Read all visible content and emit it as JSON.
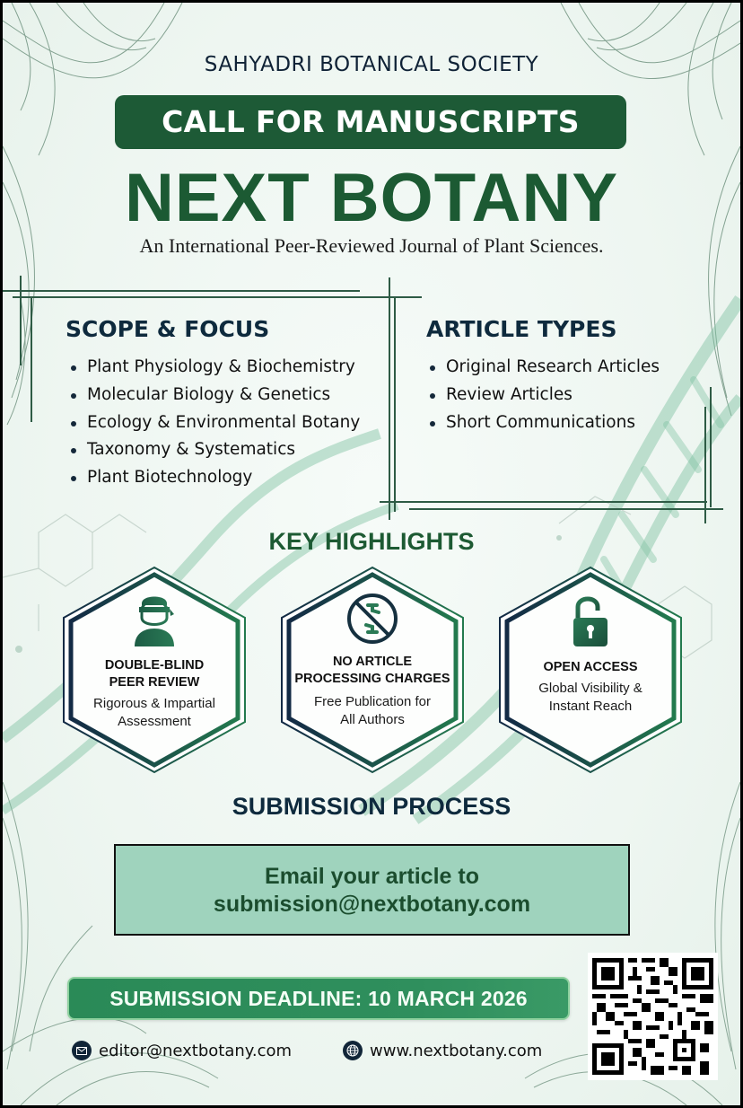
{
  "header": {
    "society": "SAHYADRI BOTANICAL SOCIETY",
    "banner": "CALL FOR MANUSCRIPTS",
    "journal_title": "NEXT BOTANY",
    "tagline": "An International Peer-Reviewed Journal of Plant Sciences."
  },
  "scope": {
    "heading": "SCOPE & FOCUS",
    "items": [
      "Plant Physiology & Biochemistry",
      "Molecular Biology & Genetics",
      "Ecology & Environmental Botany",
      "Taxonomy & Systematics",
      "Plant Biotechnology"
    ]
  },
  "article_types": {
    "heading": "ARTICLE TYPES",
    "items": [
      "Original Research Articles",
      "Review Articles",
      "Short Communications"
    ]
  },
  "highlights": {
    "heading": "KEY HIGHLIGHTS",
    "items": [
      {
        "icon": "blindfolded-reviewer-icon",
        "title_line1": "DOUBLE-BLIND",
        "title_line2": "PEER REVIEW",
        "sub_line1": "Rigorous & Impartial",
        "sub_line2": "Assessment"
      },
      {
        "icon": "no-charges-icon",
        "title_line1": "NO ARTICLE",
        "title_line2": "PROCESSING CHARGES",
        "sub_line1": "Free Publication for",
        "sub_line2": "All Authors"
      },
      {
        "icon": "open-lock-icon",
        "title_line1": "OPEN ACCESS",
        "title_line2": "",
        "sub_line1": "Global Visibility &",
        "sub_line2": "Instant Reach"
      }
    ]
  },
  "submission": {
    "heading": "SUBMISSION PROCESS",
    "line1": "Email your article to",
    "line2": "submission@nextbotany.com"
  },
  "deadline": "SUBMISSION DEADLINE: 10 MARCH 2026",
  "contact": {
    "email": "editor@nextbotany.com",
    "website": "www.nextbotany.com"
  },
  "colors": {
    "dark_green": "#1d5a36",
    "navy": "#0e2a3d",
    "mint_box": "#9fd3bd",
    "deadline_green": "#2a8a57"
  }
}
